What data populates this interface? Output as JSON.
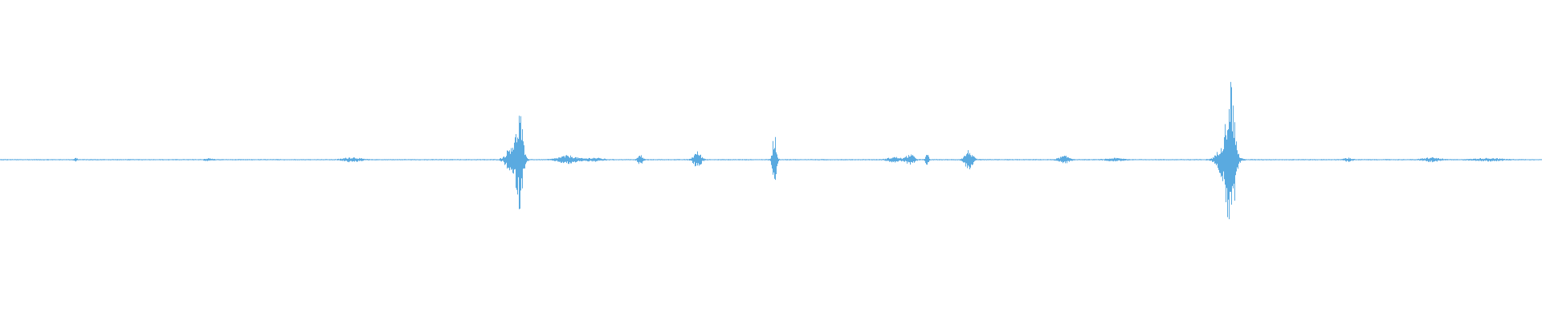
{
  "waveform": {
    "color": "#5aaae0",
    "background": "#ffffff",
    "amplitude_scale": 1.0,
    "bursts": [
      {
        "pos": 0.049,
        "amp": 0.01,
        "spread": 0.0012
      },
      {
        "pos": 0.135,
        "amp": 0.006,
        "spread": 0.003
      },
      {
        "pos": 0.228,
        "amp": 0.014,
        "spread": 0.006
      },
      {
        "pos": 0.333,
        "amp": 0.12,
        "spread": 0.005
      },
      {
        "pos": 0.337,
        "amp": 0.26,
        "spread": 0.0022
      },
      {
        "pos": 0.368,
        "amp": 0.025,
        "spread": 0.007
      },
      {
        "pos": 0.385,
        "amp": 0.01,
        "spread": 0.006
      },
      {
        "pos": 0.415,
        "amp": 0.03,
        "spread": 0.0018
      },
      {
        "pos": 0.452,
        "amp": 0.05,
        "spread": 0.003
      },
      {
        "pos": 0.502,
        "amp": 0.18,
        "spread": 0.0015
      },
      {
        "pos": 0.58,
        "amp": 0.015,
        "spread": 0.005
      },
      {
        "pos": 0.59,
        "amp": 0.035,
        "spread": 0.003
      },
      {
        "pos": 0.601,
        "amp": 0.05,
        "spread": 0.001
      },
      {
        "pos": 0.628,
        "amp": 0.06,
        "spread": 0.003
      },
      {
        "pos": 0.69,
        "amp": 0.022,
        "spread": 0.004
      },
      {
        "pos": 0.723,
        "amp": 0.008,
        "spread": 0.006
      },
      {
        "pos": 0.795,
        "amp": 0.15,
        "spread": 0.0055
      },
      {
        "pos": 0.798,
        "amp": 0.4,
        "spread": 0.003
      },
      {
        "pos": 0.874,
        "amp": 0.01,
        "spread": 0.003
      },
      {
        "pos": 0.928,
        "amp": 0.012,
        "spread": 0.006
      },
      {
        "pos": 0.965,
        "amp": 0.008,
        "spread": 0.01
      }
    ],
    "noise_floor": 0.004
  }
}
